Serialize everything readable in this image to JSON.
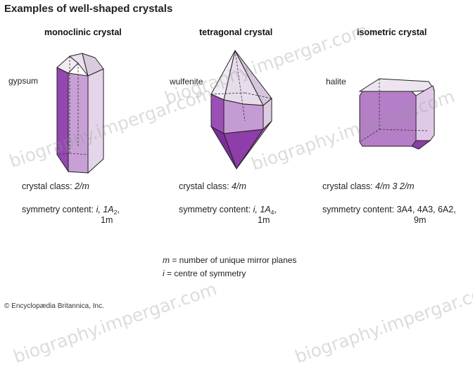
{
  "title": "Examples of well-shaped crystals",
  "columns": [
    {
      "heading": "monoclinic crystal",
      "mineral": "gypsum",
      "class_label": "crystal class: ",
      "class_value": "2/m",
      "symmetry_label": "symmetry content: ",
      "symmetry_line1": "i, 1A",
      "symmetry_sub1": "2",
      "symmetry_line1_end": ",",
      "symmetry_line2": "1m"
    },
    {
      "heading": "tetragonal crystal",
      "mineral": "wulfenite",
      "class_label": "crystal class: ",
      "class_value": "4/m",
      "symmetry_label": "symmetry content: ",
      "symmetry_line1": "i, 1A",
      "symmetry_sub1": "4",
      "symmetry_line1_end": ",",
      "symmetry_line2": "1m"
    },
    {
      "heading": "isometric crystal",
      "mineral": "halite",
      "class_label": "crystal class: ",
      "class_value": "4/m 3 2/m",
      "symmetry_label": "symmetry content: ",
      "symmetry_line1": "3A4, 4A3, 6A2,",
      "symmetry_line2": "9m"
    }
  ],
  "legend": {
    "m_symbol": "m",
    "m_text": " = number of unique mirror planes",
    "i_symbol": "i",
    "i_text": " = centre of symmetry"
  },
  "credit": "© Encyclopædia Britannica, Inc.",
  "watermark": "biography.impergar.com",
  "colors": {
    "crystal_fill": "#b984c9",
    "crystal_dark": "#8a3fa3",
    "crystal_light": "#e9def0",
    "crystal_pale": "#d7c2df"
  }
}
